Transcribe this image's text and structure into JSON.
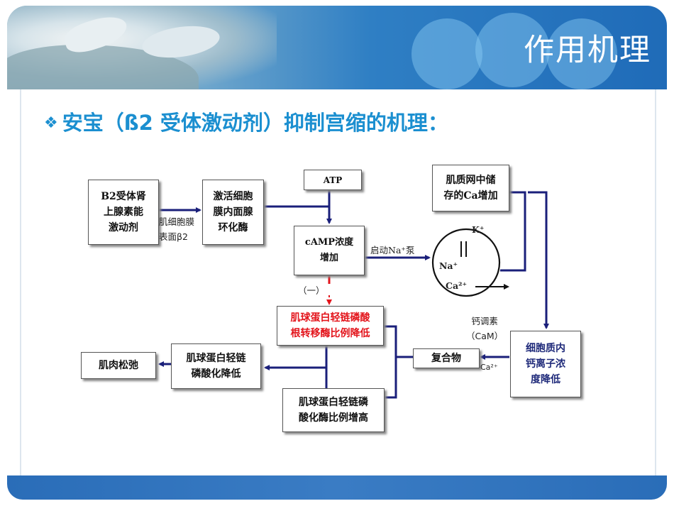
{
  "slide": {
    "title": "作用机理",
    "heading": "安宝（ß2 受体激动剂）抑制宫缩的机理：",
    "bullet_icon": "diamond-bullet-icon"
  },
  "diagram": {
    "nodes": {
      "b2_agonist": "Β2受体肾\n上腺素能\n激动剂",
      "activate_ac": "激活细胞\n膜内面腺\n环化酶",
      "atp": "ATP",
      "camp": "cAMP浓度\n增加",
      "sr_ca": "肌质网中储\n存的Ca增加",
      "mlck_ratio_down": "肌球蛋白轻链磷酸\n根转移酶比例降低",
      "cytosol_ca_down": "细胞质内\n钙离子浓\n度降低",
      "complex": "复合物",
      "phosphatase_up": "肌球蛋白轻链磷\n酸化酶比例增高",
      "phos_down": "肌球蛋白轻链\n磷酸化降低",
      "relax": "肌肉松弛"
    },
    "labels": {
      "membrane": "肌细胞膜\n表面β2",
      "na_pump": "启动Na⁺泵",
      "inhibit": "（一）",
      "calmodulin": "钙调素\n（CaM）",
      "ca_small": "Ca²⁺",
      "k_ion": "K⁺",
      "na_ion": "Na⁺",
      "ca_ion": "Ca²⁺"
    },
    "colors": {
      "arrow": "#1a1f7a",
      "inhibit_arrow": "#e3141b",
      "red_text": "#e3141b"
    }
  }
}
